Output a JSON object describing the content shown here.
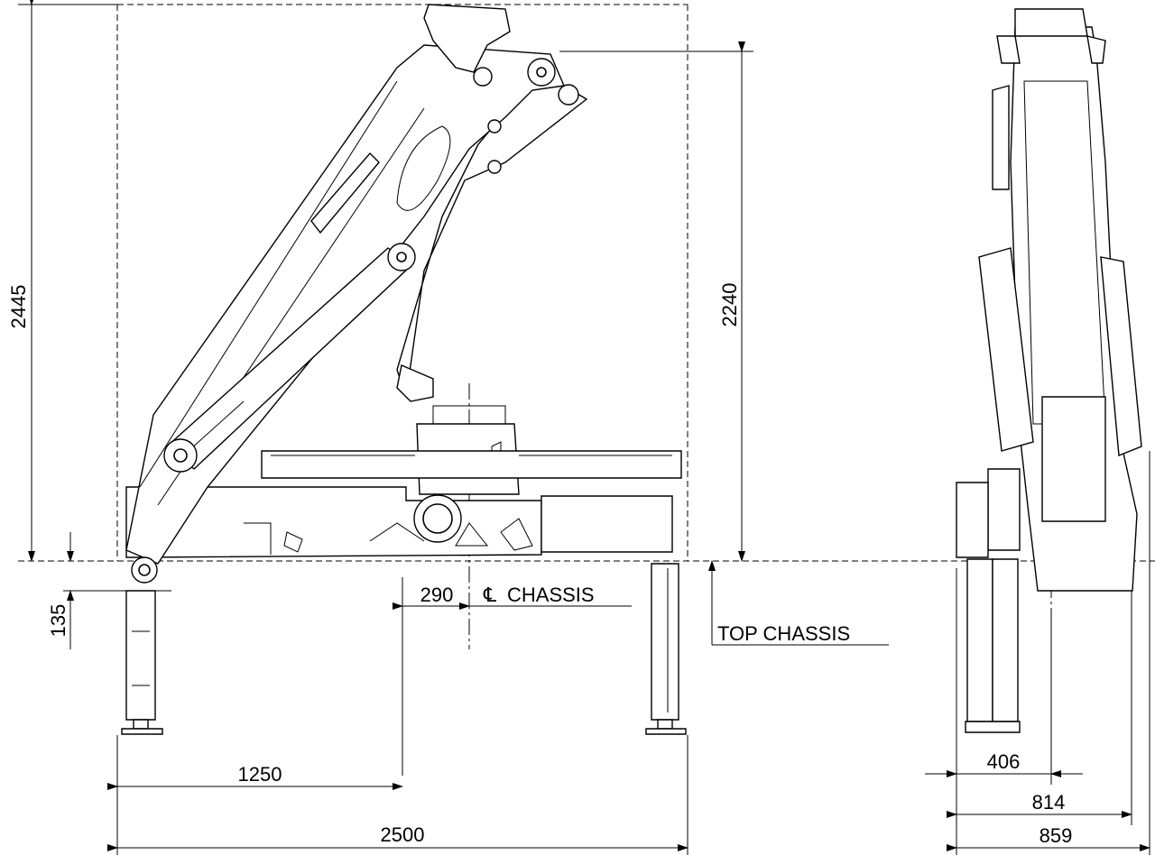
{
  "dimensions": {
    "height_total": "2445",
    "height_top": "2240",
    "below_chassis": "135",
    "offset_cl": "290",
    "half_width": "1250",
    "full_width": "2500",
    "side_406": "406",
    "side_814": "814",
    "side_859": "859"
  },
  "labels": {
    "cl_symbol": "℄",
    "chassis": "CHASSIS",
    "top_chassis": "TOP CHASSIS"
  }
}
